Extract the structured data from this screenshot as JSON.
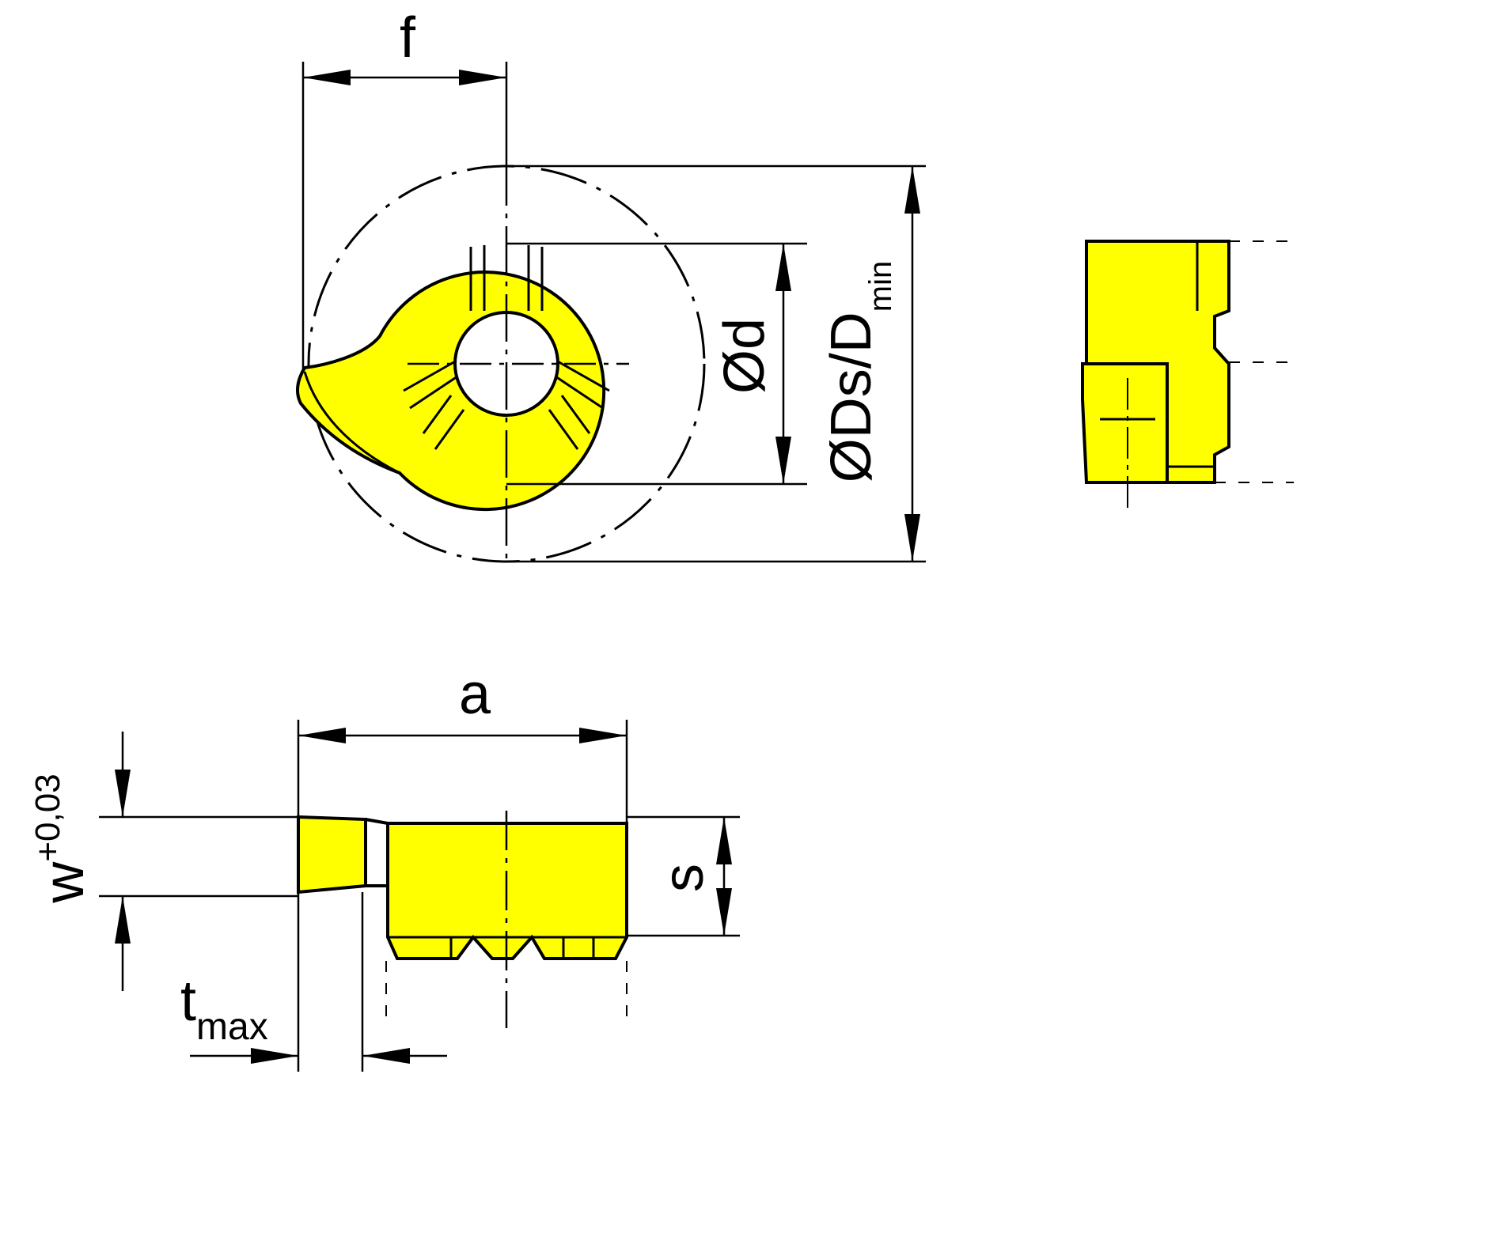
{
  "colors": {
    "insert_fill": "#ffff00",
    "line": "#000000",
    "background": "#ffffff"
  },
  "dimensions": {
    "f": "f",
    "d_prefix": "Ød",
    "ds_prefix": "ØDs/D",
    "ds_sub": "min",
    "a": "a",
    "s": "s",
    "w_base": "w",
    "w_tol": "+0,03",
    "t_base": "t",
    "t_sub": "max"
  }
}
